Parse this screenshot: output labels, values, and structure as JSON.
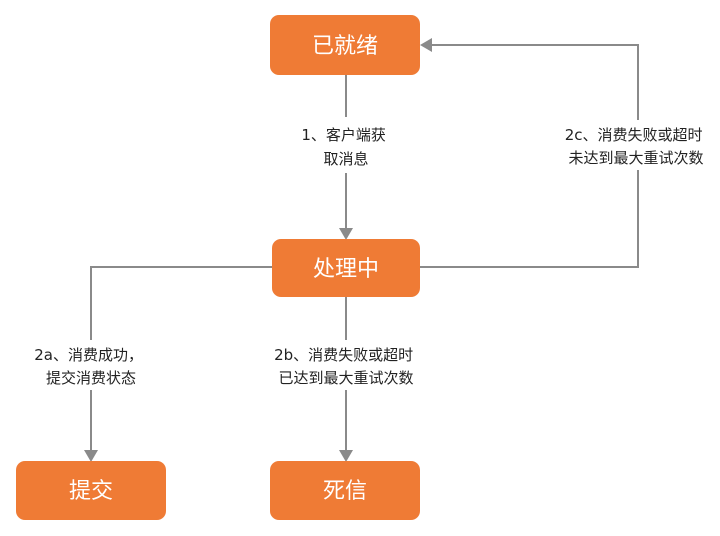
{
  "nodes": {
    "ready": "已就绪",
    "processing": "处理中",
    "submit": "提交",
    "dead_letter": "死信"
  },
  "edges": {
    "fetch": [
      "1、客户端获",
      "取消息"
    ],
    "success": [
      "2a、消费成功，",
      "提交消费状态"
    ],
    "dead": [
      "2b、消费失败或超时",
      "已达到最大重试次数"
    ],
    "retry": [
      "2c、消费失败或超时",
      "未达到最大重试次数"
    ]
  },
  "colors": {
    "node_fill": "#ef7b35",
    "edge": "#8a8a8a",
    "text_on_node": "#ffffff",
    "label_text": "#222222"
  }
}
